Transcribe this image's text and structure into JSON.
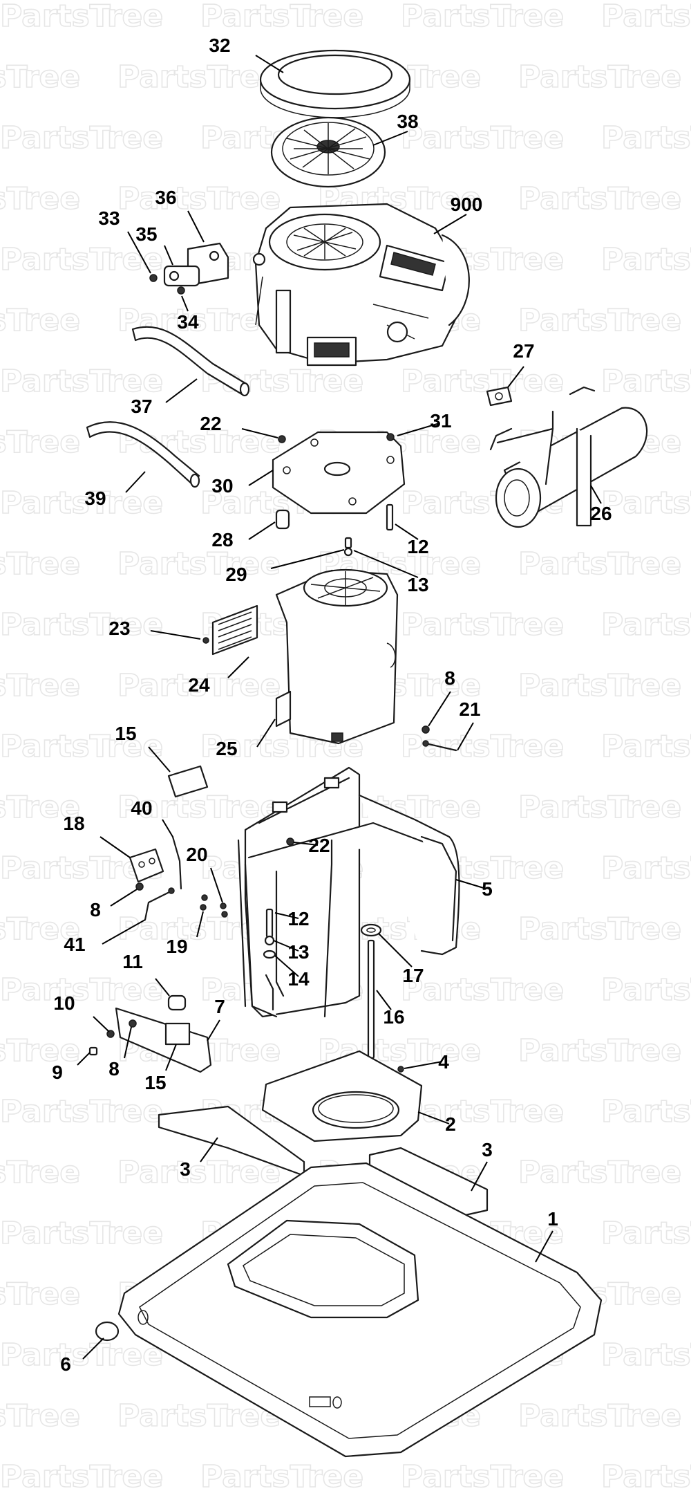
{
  "watermark": "PartsTree",
  "callouts": [
    {
      "id": "32",
      "label": "32"
    },
    {
      "id": "38",
      "label": "38"
    },
    {
      "id": "900",
      "label": "900"
    },
    {
      "id": "36",
      "label": "36"
    },
    {
      "id": "33",
      "label": "33"
    },
    {
      "id": "35",
      "label": "35"
    },
    {
      "id": "34",
      "label": "34"
    },
    {
      "id": "37",
      "label": "37"
    },
    {
      "id": "27",
      "label": "27"
    },
    {
      "id": "22a",
      "label": "22"
    },
    {
      "id": "31",
      "label": "31"
    },
    {
      "id": "30",
      "label": "30"
    },
    {
      "id": "39",
      "label": "39"
    },
    {
      "id": "26",
      "label": "26"
    },
    {
      "id": "28",
      "label": "28"
    },
    {
      "id": "12a",
      "label": "12"
    },
    {
      "id": "29",
      "label": "29"
    },
    {
      "id": "13a",
      "label": "13"
    },
    {
      "id": "23",
      "label": "23"
    },
    {
      "id": "24",
      "label": "24"
    },
    {
      "id": "8a",
      "label": "8"
    },
    {
      "id": "21",
      "label": "21"
    },
    {
      "id": "15a",
      "label": "15"
    },
    {
      "id": "25",
      "label": "25"
    },
    {
      "id": "40",
      "label": "40"
    },
    {
      "id": "18",
      "label": "18"
    },
    {
      "id": "22b",
      "label": "22"
    },
    {
      "id": "20",
      "label": "20"
    },
    {
      "id": "5",
      "label": "5"
    },
    {
      "id": "8b",
      "label": "8"
    },
    {
      "id": "12b",
      "label": "12"
    },
    {
      "id": "41",
      "label": "41"
    },
    {
      "id": "19",
      "label": "19"
    },
    {
      "id": "13b",
      "label": "13"
    },
    {
      "id": "17",
      "label": "17"
    },
    {
      "id": "14",
      "label": "14"
    },
    {
      "id": "11",
      "label": "11"
    },
    {
      "id": "16",
      "label": "16"
    },
    {
      "id": "10",
      "label": "10"
    },
    {
      "id": "7",
      "label": "7"
    },
    {
      "id": "8c",
      "label": "8"
    },
    {
      "id": "9",
      "label": "9"
    },
    {
      "id": "15b",
      "label": "15"
    },
    {
      "id": "4",
      "label": "4"
    },
    {
      "id": "2",
      "label": "2"
    },
    {
      "id": "3a",
      "label": "3"
    },
    {
      "id": "3b",
      "label": "3"
    },
    {
      "id": "1",
      "label": "1"
    },
    {
      "id": "6",
      "label": "6"
    }
  ]
}
